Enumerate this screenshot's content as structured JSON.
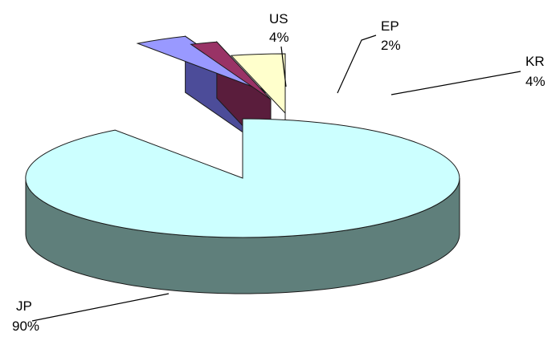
{
  "colors": {
    "background": "#ffffff",
    "JP_top": "#ccffff",
    "JP_side": "#5f7f7b",
    "US_top": "#9999ff",
    "US_side": "#4c4c99",
    "EP_top": "#993366",
    "EP_side": "#5a1d3c",
    "KR_top": "#ffffcc",
    "KR_side": "#8a8a6e",
    "outline": "#1a1a1a"
  },
  "chart_data": {
    "type": "pie",
    "style": "3d-exploded",
    "title": "",
    "slices": [
      {
        "name": "JP",
        "value": 90,
        "label": "90%"
      },
      {
        "name": "US",
        "value": 4,
        "label": "4%"
      },
      {
        "name": "EP",
        "value": 2,
        "label": "2%"
      },
      {
        "name": "KR",
        "value": 4,
        "label": "4%"
      }
    ]
  }
}
